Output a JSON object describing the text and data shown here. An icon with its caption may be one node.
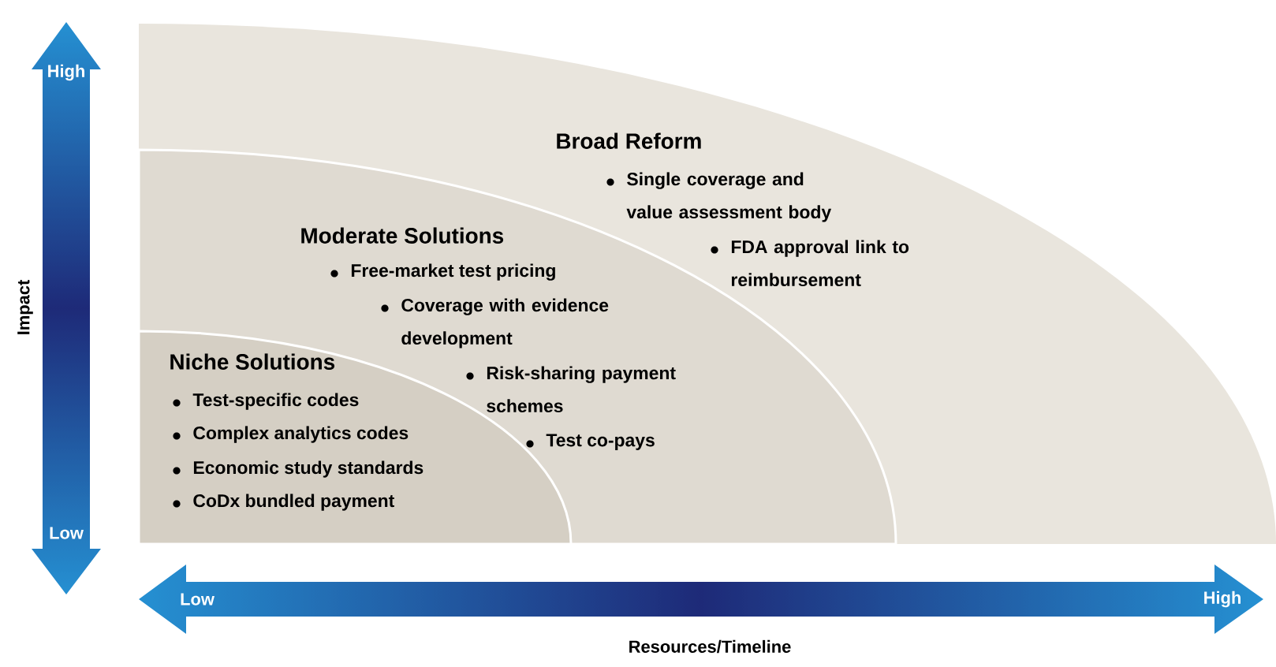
{
  "diagram": {
    "nodes": [
      {
        "text": [
          "Broad Reform",
          "Single coverage and value assessment body",
          "FDA approval link to reimbursement"
        ]
      },
      {
        "text": [
          "Moderate Solutions",
          "Free-market test pricing",
          "Coverage with evidence development",
          "Risk-sharing payment schemes",
          "Test co-pays"
        ],
        "in": 0
      },
      {
        "text": [
          "Niche Solutions",
          "Test-specific codes",
          "Complex analytics codes",
          "Economic study standards",
          "CoDx bundled payment"
        ],
        "in": 1
      }
    ],
    "labels": [
      "High",
      "Low",
      "Impact",
      "Low",
      "High",
      "Resources/Timeline"
    ]
  }
}
